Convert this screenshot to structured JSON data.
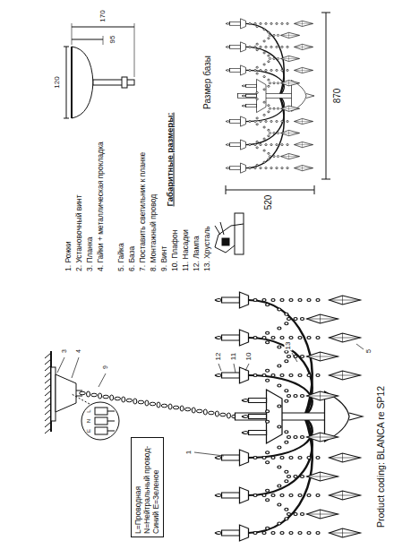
{
  "diagram": {
    "nodes": [
      {
        "text": [
          "L=Проводная N=Нейтральный провод-Синий E=Зеленое"
        ]
      }
    ],
    "labels": [
      "Размер базы",
      "170",
      "95",
      "120",
      "Габаритные размеры:",
      "520",
      "870",
      "1. Рожки",
      "2. Установочный винт",
      "3. Планка",
      "4. Гайки + металлическая прокладка",
      "5. Гайка",
      "6. База",
      "7. Поставить светильник к планке",
      "8. Монтажный провод",
      "9. Винт",
      "10. Плафон",
      "11. Насадки",
      "12. Лампа",
      "13. Хрусталь",
      "12",
      "11",
      "10",
      "13",
      "1",
      "5",
      "L",
      "N",
      "E",
      "3",
      "4",
      "9",
      "Product coding: BLANCA re SP12"
    ]
  }
}
